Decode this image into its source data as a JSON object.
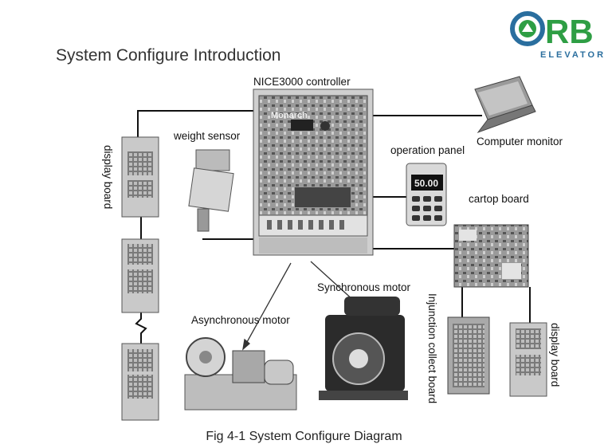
{
  "header": {
    "title": "System Configure Introduction",
    "logo_text": "ELEVATOR",
    "logo_letters": "RB"
  },
  "diagram": {
    "controller": "NICE3000 controller",
    "controller_brand": "Monarch",
    "weight_sensor": "weight sensor",
    "display_board_left": "display board",
    "operation_panel": "operation panel",
    "operation_panel_readout": "50.00",
    "computer_monitor": "Computer monitor",
    "cartop_board": "cartop board",
    "synchronous_motor": "Synchronous motor",
    "asynchronous_motor": "Asynchronous motor",
    "injunction_collect_board": "Injunction collect board",
    "display_board_right": "display board"
  },
  "caption": "Fig 4-1 System Configure Diagram",
  "colors": {
    "logo_green": "#2e9e44",
    "logo_blue": "#2a6e9e"
  }
}
